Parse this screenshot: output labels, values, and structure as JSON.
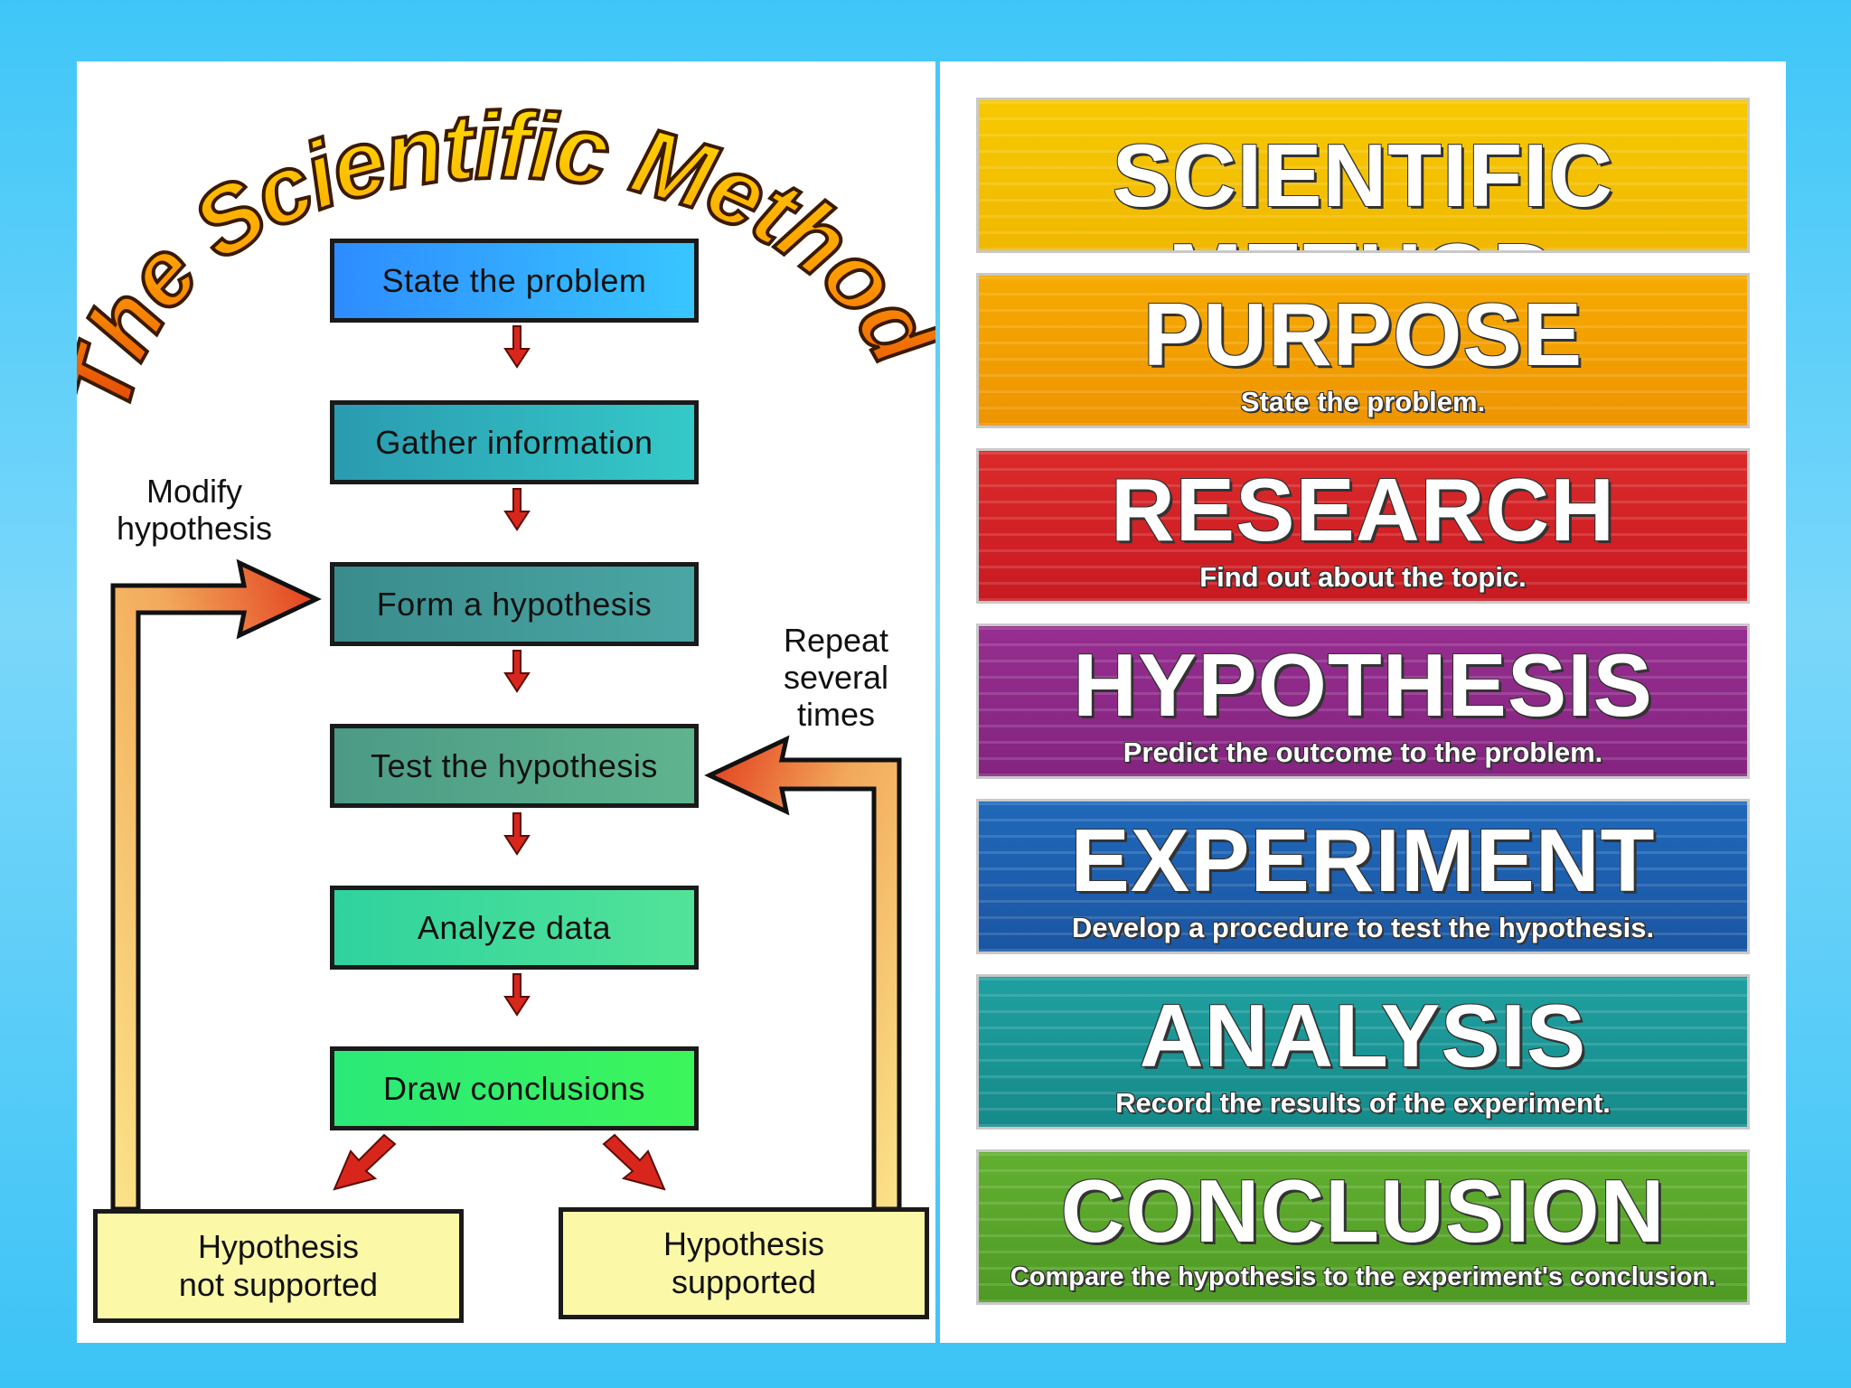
{
  "left": {
    "title": "The Scientific Method",
    "steps": [
      {
        "label": "State the problem",
        "color_top": "#2fa6ff",
        "color_bottom": "#2fa6ff"
      },
      {
        "label": "Gather information",
        "color": "#2bb3b5"
      },
      {
        "label": "Form a hypothesis",
        "color": "#3f9c9c"
      },
      {
        "label": "Test the hypothesis",
        "color": "#4fa88e"
      },
      {
        "label": "Analyze data",
        "color": "#35d99a"
      },
      {
        "label": "Draw conclusions",
        "color": "#2ef06a"
      }
    ],
    "outcomes": {
      "not_supported": {
        "line1": "Hypothesis",
        "line2": "not supported"
      },
      "supported": {
        "line1": "Hypothesis",
        "line2": "supported"
      }
    },
    "labels": {
      "modify": {
        "line1": "Modify",
        "line2": "hypothesis"
      },
      "repeat": {
        "line1": "Repeat",
        "line2": "several",
        "line3": "times"
      }
    },
    "arrow_color": "#d9261c"
  },
  "right": {
    "banners": [
      {
        "title": "SCIENTIFIC METHOD",
        "subtitle": "",
        "color": "#f2c400"
      },
      {
        "title": "PURPOSE",
        "subtitle": "State the problem.",
        "color": "#f2a000"
      },
      {
        "title": "RESEARCH",
        "subtitle": "Find out about the topic.",
        "color": "#d82027"
      },
      {
        "title": "HYPOTHESIS",
        "subtitle": "Predict the outcome to the problem.",
        "color": "#8f2a8a"
      },
      {
        "title": "EXPERIMENT",
        "subtitle": "Develop a procedure to test the hypothesis.",
        "color": "#1e64b4"
      },
      {
        "title": "ANALYSIS",
        "subtitle": "Record the results of the experiment.",
        "color": "#1a9a9a"
      },
      {
        "title": "CONCLUSION",
        "subtitle": "Compare the hypothesis to the experiment's conclusion.",
        "color": "#5aa82a"
      }
    ]
  }
}
